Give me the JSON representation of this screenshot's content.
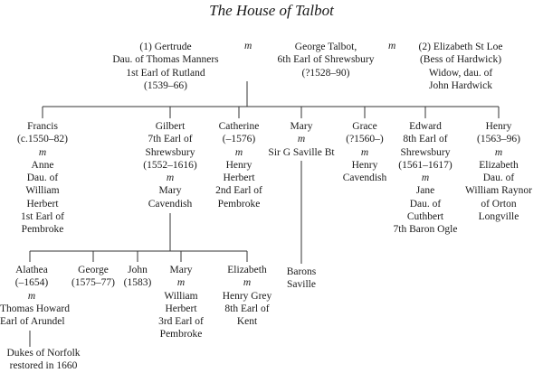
{
  "title": "The House of Talbot",
  "marriage_marker": "m",
  "top_generation": {
    "gertrude": [
      "(1) Gertrude",
      "Dau. of Thomas Manners",
      "1st Earl of Rutland",
      "(1539–66)"
    ],
    "george": [
      "George Talbot,",
      "6th Earl of Shrewsbury",
      "(?1528–90)"
    ],
    "elizabeth": [
      "(2) Elizabeth St Loe",
      "(Bess of Hardwick)",
      "Widow, dau. of",
      "John Hardwick"
    ]
  },
  "children": {
    "francis": [
      "Francis",
      "(c.1550–82)",
      "m",
      "Anne",
      "Dau. of",
      "William",
      "Herbert",
      "1st Earl of",
      "Pembroke"
    ],
    "gilbert": [
      "Gilbert",
      "7th Earl of",
      "Shrewsbury",
      "(1552–1616)",
      "m",
      "Mary",
      "Cavendish"
    ],
    "catherine": [
      "Catherine",
      "(–1576)",
      "m",
      "Henry",
      "Herbert",
      "2nd Earl of",
      "Pembroke"
    ],
    "mary": [
      "Mary",
      "m",
      "Sir G Saville Bt"
    ],
    "grace": [
      "Grace",
      "(?1560–)",
      "m",
      "Henry",
      "Cavendish"
    ],
    "edward": [
      "Edward",
      "8th Earl of",
      "Shrewsbury",
      "(1561–1617)",
      "m",
      "Jane",
      "Dau. of",
      "Cuthbert",
      "7th Baron Ogle"
    ],
    "henry": [
      "Henry",
      "(1563–96)",
      "m",
      "Elizabeth",
      "Dau. of",
      "William Raynor",
      "of Orton",
      "Longville"
    ]
  },
  "grandchildren": {
    "alathea": [
      "Alathea",
      "(–1654)",
      "m",
      "Thomas Howard",
      "Earl of Arundel"
    ],
    "george_jr": [
      "George",
      "(1575–77)"
    ],
    "john": [
      "John",
      "(1583)"
    ],
    "mary_jr": [
      "Mary",
      "m",
      "William",
      "Herbert",
      "3rd Earl of",
      "Pembroke"
    ],
    "elizabeth_jr": [
      "Elizabeth",
      "m",
      "Henry Grey",
      "8th Earl of",
      "Kent"
    ],
    "barons_saville": [
      "Barons",
      "Saville"
    ]
  },
  "descendants": {
    "dukes_of_norfolk": [
      "Dukes of Norfolk",
      "restored in 1660"
    ]
  },
  "colors": {
    "ink": "#1a1a1a",
    "line": "#333333",
    "background": "#ffffff"
  }
}
